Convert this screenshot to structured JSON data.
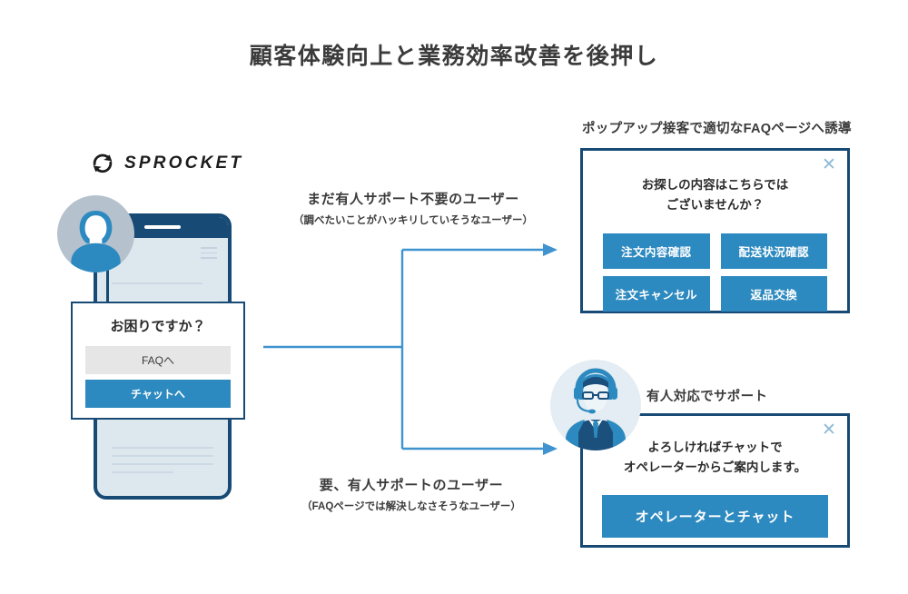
{
  "page": {
    "title": "顧客体験向上と業務効率改善を後押し"
  },
  "brand": {
    "name": "SPROCKET",
    "logo_icon": "sprocket-swirl-icon",
    "accent_blue": "#2d8ac0",
    "navy": "#174a74",
    "screen_blue": "#dde7ee",
    "close_blue": "#90b9d6"
  },
  "phone": {
    "popup": {
      "title": "お困りですか？",
      "faq_button": "FAQへ",
      "chat_button": "チャットへ"
    },
    "user_avatar_icon": "user-avatar-icon"
  },
  "branches": [
    {
      "id": "no-human-support",
      "main": "まだ有人サポート不要のユーザー",
      "sub": "（調べたいことがハッキリしていそうなユーザー）"
    },
    {
      "id": "needs-human-support",
      "main": "要、有人サポートのユーザー",
      "sub": "（FAQページでは解決しなさそうなユーザー）"
    }
  ],
  "faq_popup": {
    "caption": "ポップアップ接客で適切なFAQページへ誘導",
    "message_line1": "お探しの内容はこちらでは",
    "message_line2": "ございませんか？",
    "close_label": "✕",
    "buttons": [
      "注文内容確認",
      "配送状況確認",
      "注文キャンセル",
      "返品交換"
    ]
  },
  "operator_popup": {
    "caption": "有人対応でサポート",
    "operator_avatar_icon": "operator-headset-icon",
    "message_line1": "よろしければチャットで",
    "message_line2": "オペレーターからご案内します。",
    "close_label": "✕",
    "cta_button": "オペレーターとチャット"
  }
}
